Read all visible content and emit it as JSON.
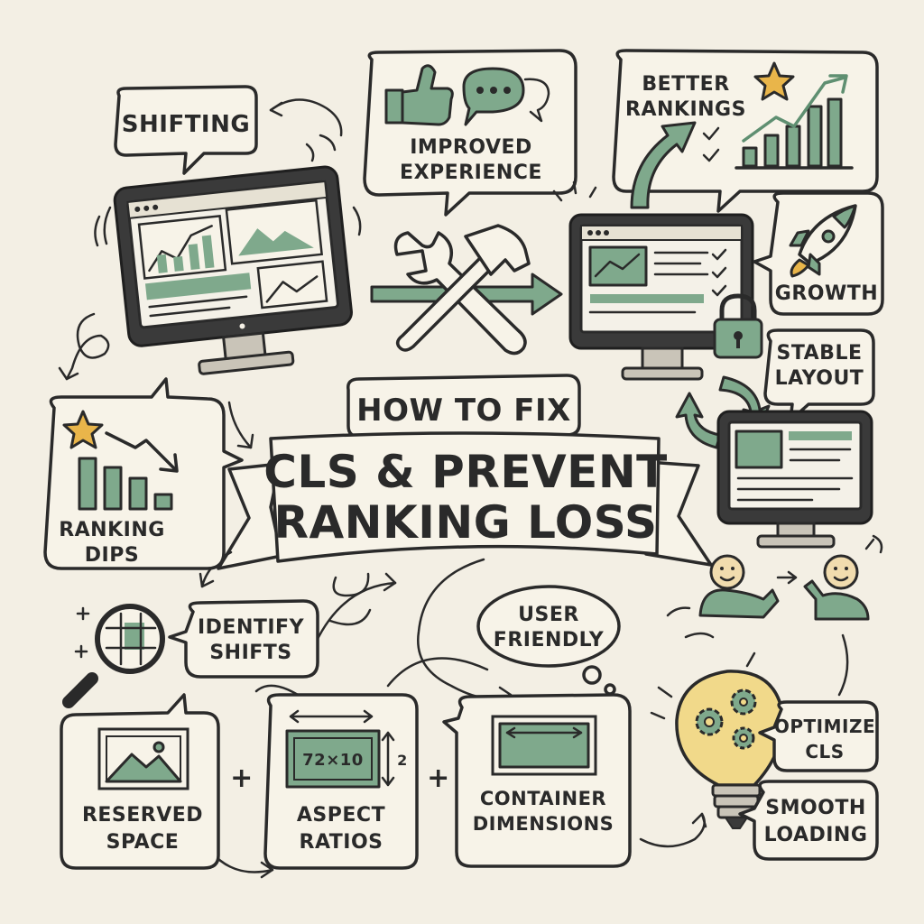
{
  "title": {
    "line1": "HOW TO FIX",
    "line2": "CLS & PREVENT",
    "line3": "RANKING LOSS"
  },
  "labels": {
    "shifting": "SHIFTING",
    "improved_1": "IMPROVED",
    "improved_2": "EXPERIENCE",
    "better_1": "BETTER",
    "better_2": "RANKINGS",
    "growth": "GROWTH",
    "stable_1": "STABLE",
    "stable_2": "LAYOUT",
    "ranking_dips_1": "RANKING",
    "ranking_dips_2": "DIPS",
    "identify_1": "IDENTIFY",
    "identify_2": "SHIFTS",
    "user_1": "USER",
    "user_2": "FRIENDLY",
    "reserved_1": "RESERVED",
    "reserved_2": "SPACE",
    "aspect_1": "ASPECT",
    "aspect_2": "RATIOS",
    "aspect_dim": "72×10",
    "aspect_side": "2",
    "container_1": "CONTAINER",
    "container_2": "DIMENSIONS",
    "optimize_1": "OPTIMIZE",
    "optimize_2": "CLS",
    "smooth_1": "SMOOTH",
    "smooth_2": "LOADING",
    "plus": "+"
  },
  "colors": {
    "background": "#f3efe4",
    "accent_green": "#7fa98c",
    "ink": "#2a2a2a",
    "star_gold": "#e9b54a",
    "bulb_yellow": "#f1d98a"
  },
  "icons": [
    "thumbs-up-icon",
    "chat-icon",
    "star-icon",
    "growth-chart-icon",
    "rocket-icon",
    "wrench-icon",
    "hammer-icon",
    "lock-icon",
    "magnifier-icon",
    "lightbulb-icon",
    "gear-icon",
    "image-icon",
    "person-icon",
    "monitor-icon"
  ]
}
